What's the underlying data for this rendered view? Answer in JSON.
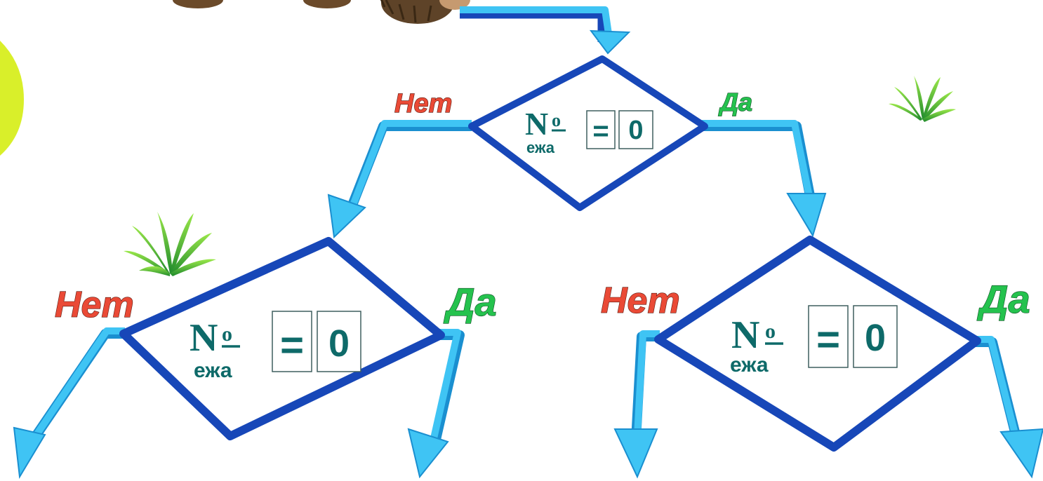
{
  "flowchart": {
    "top_condition": {
      "sign": "N",
      "superscript": "o",
      "variable": "ежа",
      "operator": "=",
      "value": "0",
      "no_label": "Нет",
      "yes_label": "Да"
    },
    "left_condition": {
      "sign": "N",
      "superscript": "o",
      "variable": "ежа",
      "operator": "=",
      "value": "0",
      "no_label": "Нет",
      "yes_label": "Да"
    },
    "right_condition": {
      "sign": "N",
      "superscript": "o",
      "variable": "ежа",
      "operator": "=",
      "value": "0",
      "no_label": "Нет",
      "yes_label": "Да"
    }
  },
  "decorations": {
    "bush_icon": "bush-icon",
    "hedgehog_icon": "hedgehog-icon",
    "colors": {
      "arrow": "#3fc4f4",
      "arrow_dark": "#1a8fd0",
      "diamond_stroke": "#1747b8",
      "text": "#0e6a69",
      "no": "#ea4a36",
      "yes": "#25c24e",
      "side_shape": "#d9ef2a"
    }
  }
}
